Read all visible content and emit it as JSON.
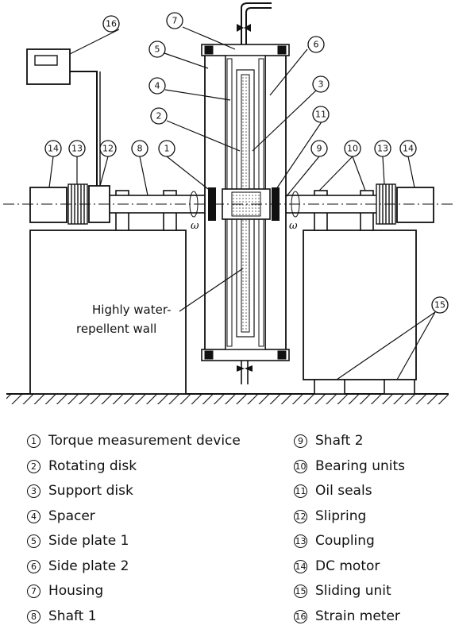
{
  "diagram": {
    "wall_label_line1": "Highly water-",
    "wall_label_line2": "repellent wall",
    "omega_symbol": "ω",
    "callouts": [
      "1",
      "2",
      "3",
      "4",
      "5",
      "6",
      "7",
      "8",
      "9",
      "10",
      "11",
      "12",
      "13",
      "14",
      "15",
      "16"
    ]
  },
  "legend": {
    "left": [
      {
        "num": "1",
        "label": "Torque measurement device"
      },
      {
        "num": "2",
        "label": "Rotating disk"
      },
      {
        "num": "3",
        "label": "Support disk"
      },
      {
        "num": "4",
        "label": "Spacer"
      },
      {
        "num": "5",
        "label": "Side plate 1"
      },
      {
        "num": "6",
        "label": "Side plate 2"
      },
      {
        "num": "7",
        "label": "Housing"
      },
      {
        "num": "8",
        "label": "Shaft 1"
      }
    ],
    "right": [
      {
        "num": "9",
        "label": "Shaft 2"
      },
      {
        "num": "10",
        "label": "Bearing units"
      },
      {
        "num": "11",
        "label": "Oil seals"
      },
      {
        "num": "12",
        "label": "Slipring"
      },
      {
        "num": "13",
        "label": "Coupling"
      },
      {
        "num": "14",
        "label": "DC motor"
      },
      {
        "num": "15",
        "label": "Sliding unit"
      },
      {
        "num": "16",
        "label": "Strain meter"
      }
    ]
  }
}
